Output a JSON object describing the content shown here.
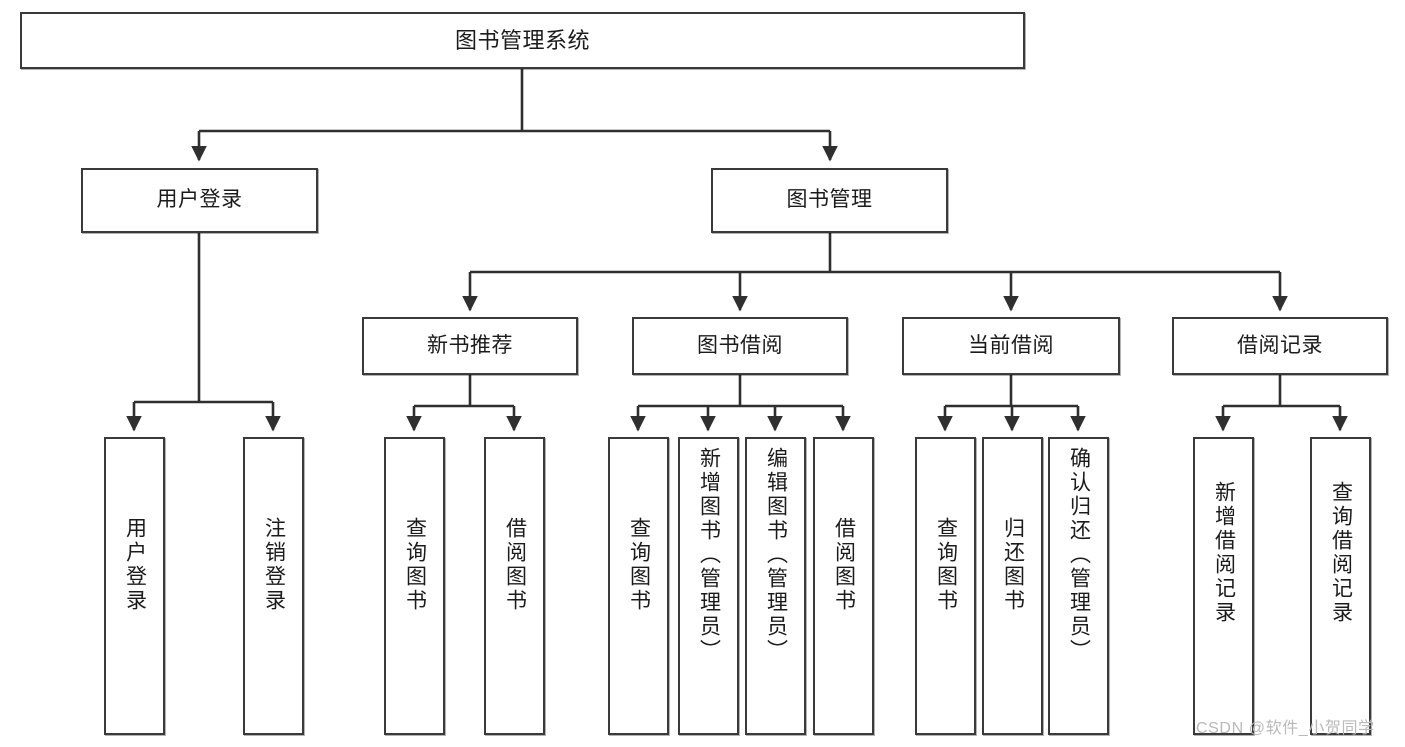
{
  "diagram": {
    "title": "图书管理系统",
    "type": "tree",
    "orientation": "top-down",
    "colors": {
      "box_border": "#3a3a3a",
      "box_fill": "#ffffff",
      "connector": "#2f2f2f",
      "text": "#1b1b1b",
      "watermark": "#b9b9b9",
      "background": "#ffffff"
    },
    "nodes": {
      "root": {
        "id": "root",
        "label": "图书管理系统",
        "level": 0,
        "text_direction": "horizontal"
      },
      "level1": [
        {
          "id": "user-login",
          "label": "用户登录",
          "level": 1,
          "text_direction": "horizontal"
        },
        {
          "id": "book-management",
          "label": "图书管理",
          "level": 1,
          "text_direction": "horizontal"
        }
      ],
      "level2": [
        {
          "id": "new-book-recommend",
          "label": "新书推荐",
          "level": 2,
          "parent": "book-management",
          "text_direction": "horizontal"
        },
        {
          "id": "book-borrow",
          "label": "图书借阅",
          "level": 2,
          "parent": "book-management",
          "text_direction": "horizontal"
        },
        {
          "id": "current-borrow",
          "label": "当前借阅",
          "level": 2,
          "parent": "book-management",
          "text_direction": "horizontal"
        },
        {
          "id": "borrow-record",
          "label": "借阅记录",
          "level": 2,
          "parent": "book-management",
          "text_direction": "horizontal"
        }
      ],
      "leaves": [
        {
          "id": "leaf-user-login",
          "label": "用户登录",
          "parent": "user-login",
          "text_direction": "vertical"
        },
        {
          "id": "leaf-logout-login",
          "label": "注销登录",
          "parent": "user-login",
          "text_direction": "vertical"
        },
        {
          "id": "leaf-query-book-1",
          "label": "查询图书",
          "parent": "new-book-recommend",
          "text_direction": "vertical"
        },
        {
          "id": "leaf-borrow-book-1",
          "label": "借阅图书",
          "parent": "new-book-recommend",
          "text_direction": "vertical"
        },
        {
          "id": "leaf-query-book-2",
          "label": "查询图书",
          "parent": "book-borrow",
          "text_direction": "vertical"
        },
        {
          "id": "leaf-add-book-admin",
          "label": "新增图书（管理员）",
          "parent": "book-borrow",
          "text_direction": "vertical"
        },
        {
          "id": "leaf-edit-book-admin",
          "label": "编辑图书（管理员）",
          "parent": "book-borrow",
          "text_direction": "vertical"
        },
        {
          "id": "leaf-borrow-book-2",
          "label": "借阅图书",
          "parent": "book-borrow",
          "text_direction": "vertical"
        },
        {
          "id": "leaf-query-book-3",
          "label": "查询图书",
          "parent": "current-borrow",
          "text_direction": "vertical"
        },
        {
          "id": "leaf-return-book",
          "label": "归还图书",
          "parent": "current-borrow",
          "text_direction": "vertical"
        },
        {
          "id": "leaf-confirm-return-admin",
          "label": "确认归还（管理员）",
          "parent": "current-borrow",
          "text_direction": "vertical"
        },
        {
          "id": "leaf-add-borrow-record",
          "label": "新增借阅记录",
          "parent": "borrow-record",
          "text_direction": "vertical"
        },
        {
          "id": "leaf-query-borrow-record",
          "label": "查询借阅记录",
          "parent": "borrow-record",
          "text_direction": "vertical"
        }
      ]
    },
    "edges": [
      {
        "from": "root",
        "to": "user-login"
      },
      {
        "from": "root",
        "to": "book-management"
      },
      {
        "from": "user-login",
        "to": "leaf-user-login"
      },
      {
        "from": "user-login",
        "to": "leaf-logout-login"
      },
      {
        "from": "book-management",
        "to": "new-book-recommend"
      },
      {
        "from": "book-management",
        "to": "book-borrow"
      },
      {
        "from": "book-management",
        "to": "current-borrow"
      },
      {
        "from": "book-management",
        "to": "borrow-record"
      },
      {
        "from": "new-book-recommend",
        "to": "leaf-query-book-1"
      },
      {
        "from": "new-book-recommend",
        "to": "leaf-borrow-book-1"
      },
      {
        "from": "book-borrow",
        "to": "leaf-query-book-2"
      },
      {
        "from": "book-borrow",
        "to": "leaf-add-book-admin"
      },
      {
        "from": "book-borrow",
        "to": "leaf-edit-book-admin"
      },
      {
        "from": "book-borrow",
        "to": "leaf-borrow-book-2"
      },
      {
        "from": "current-borrow",
        "to": "leaf-query-book-3"
      },
      {
        "from": "current-borrow",
        "to": "leaf-return-book"
      },
      {
        "from": "current-borrow",
        "to": "leaf-confirm-return-admin"
      },
      {
        "from": "borrow-record",
        "to": "leaf-add-borrow-record"
      },
      {
        "from": "borrow-record",
        "to": "leaf-query-borrow-record"
      }
    ]
  },
  "watermark": {
    "text": "CSDN @软件_小贺同学"
  }
}
